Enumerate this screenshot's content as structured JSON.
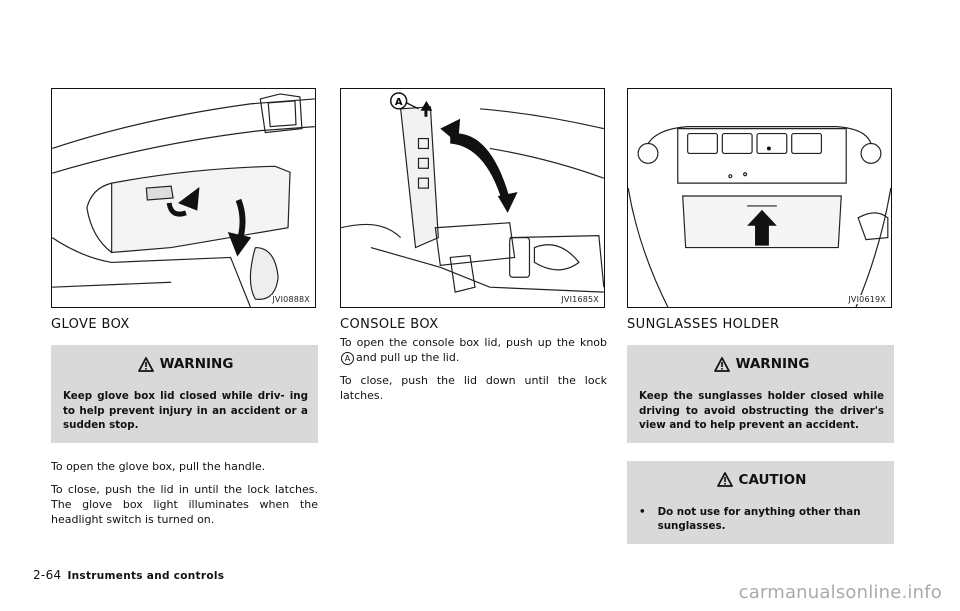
{
  "columns": [
    {
      "figure_code": "JVI0888X",
      "icon": "glove-box-illustration",
      "heading": "GLOVE BOX",
      "warning": {
        "label": "WARNING",
        "text": "Keep glove box lid closed while driv- ing to help prevent injury in an accident or a sudden stop."
      },
      "paragraphs": [
        "To open the glove box, pull the handle.",
        "To close, push the lid in until the lock latches. The glove box light illuminates when the headlight switch is turned on."
      ]
    },
    {
      "figure_code": "JVI1685X",
      "icon": "console-box-illustration",
      "heading": "CONSOLE BOX",
      "callout": "A",
      "paragraph1_before": "To open the console box lid, push up the knob",
      "paragraph1_after": "and pull up the lid.",
      "paragraph2": "To close, push the lid down until the lock latches."
    },
    {
      "figure_code": "JVI0619X",
      "icon": "sunglasses-holder-illustration",
      "heading": "SUNGLASSES HOLDER",
      "warning": {
        "label": "WARNING",
        "text": "Keep the sunglasses holder closed while driving to avoid obstructing the driver's view and to help prevent an accident."
      },
      "caution": {
        "label": "CAUTION",
        "bullet": "•",
        "item": "Do not use for anything other than sunglasses."
      }
    }
  ],
  "footer": {
    "page_number": "2-64",
    "section": "Instruments and controls"
  },
  "watermark": "carmanualsonline.info"
}
